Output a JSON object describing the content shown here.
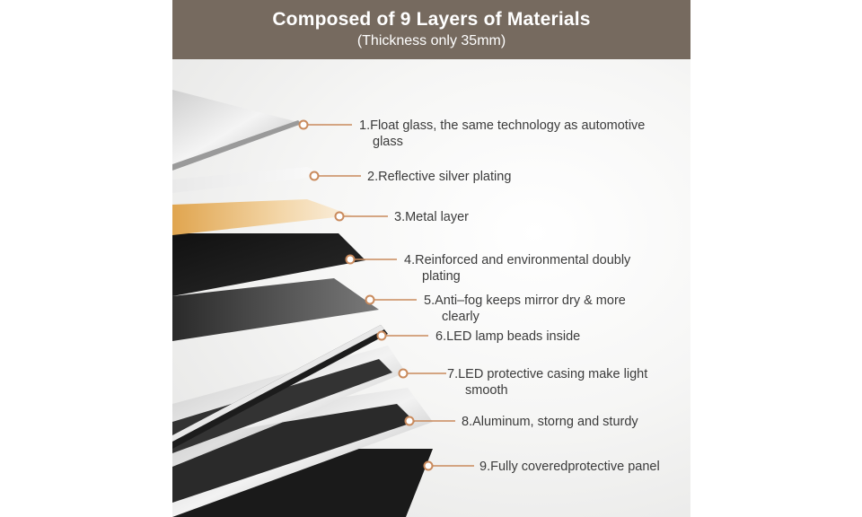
{
  "header": {
    "title": "Composed of 9 Layers of Materials",
    "subtitle": "(Thickness only 35mm)"
  },
  "colors": {
    "header_bg": "#766a5f",
    "callout": "#c98a5c",
    "text": "#3b3b3b"
  },
  "layers": [
    {
      "label": "1.Float glass, the same technology as automotive",
      "label_cont": "glass"
    },
    {
      "label": "2.Reflective silver plating"
    },
    {
      "label": "3.Metal layer"
    },
    {
      "label": "4.Reinforced and environmental doubly",
      "label_cont": "plating"
    },
    {
      "label": "5.Anti–fog keeps mirror dry & more",
      "label_cont": "clearly"
    },
    {
      "label": "6.LED lamp beads inside"
    },
    {
      "label": "7.LED protective casing make light",
      "label_cont": "smooth"
    },
    {
      "label": "8.Aluminum, storng and sturdy"
    },
    {
      "label": "9.Fully coveredprotective panel"
    }
  ]
}
